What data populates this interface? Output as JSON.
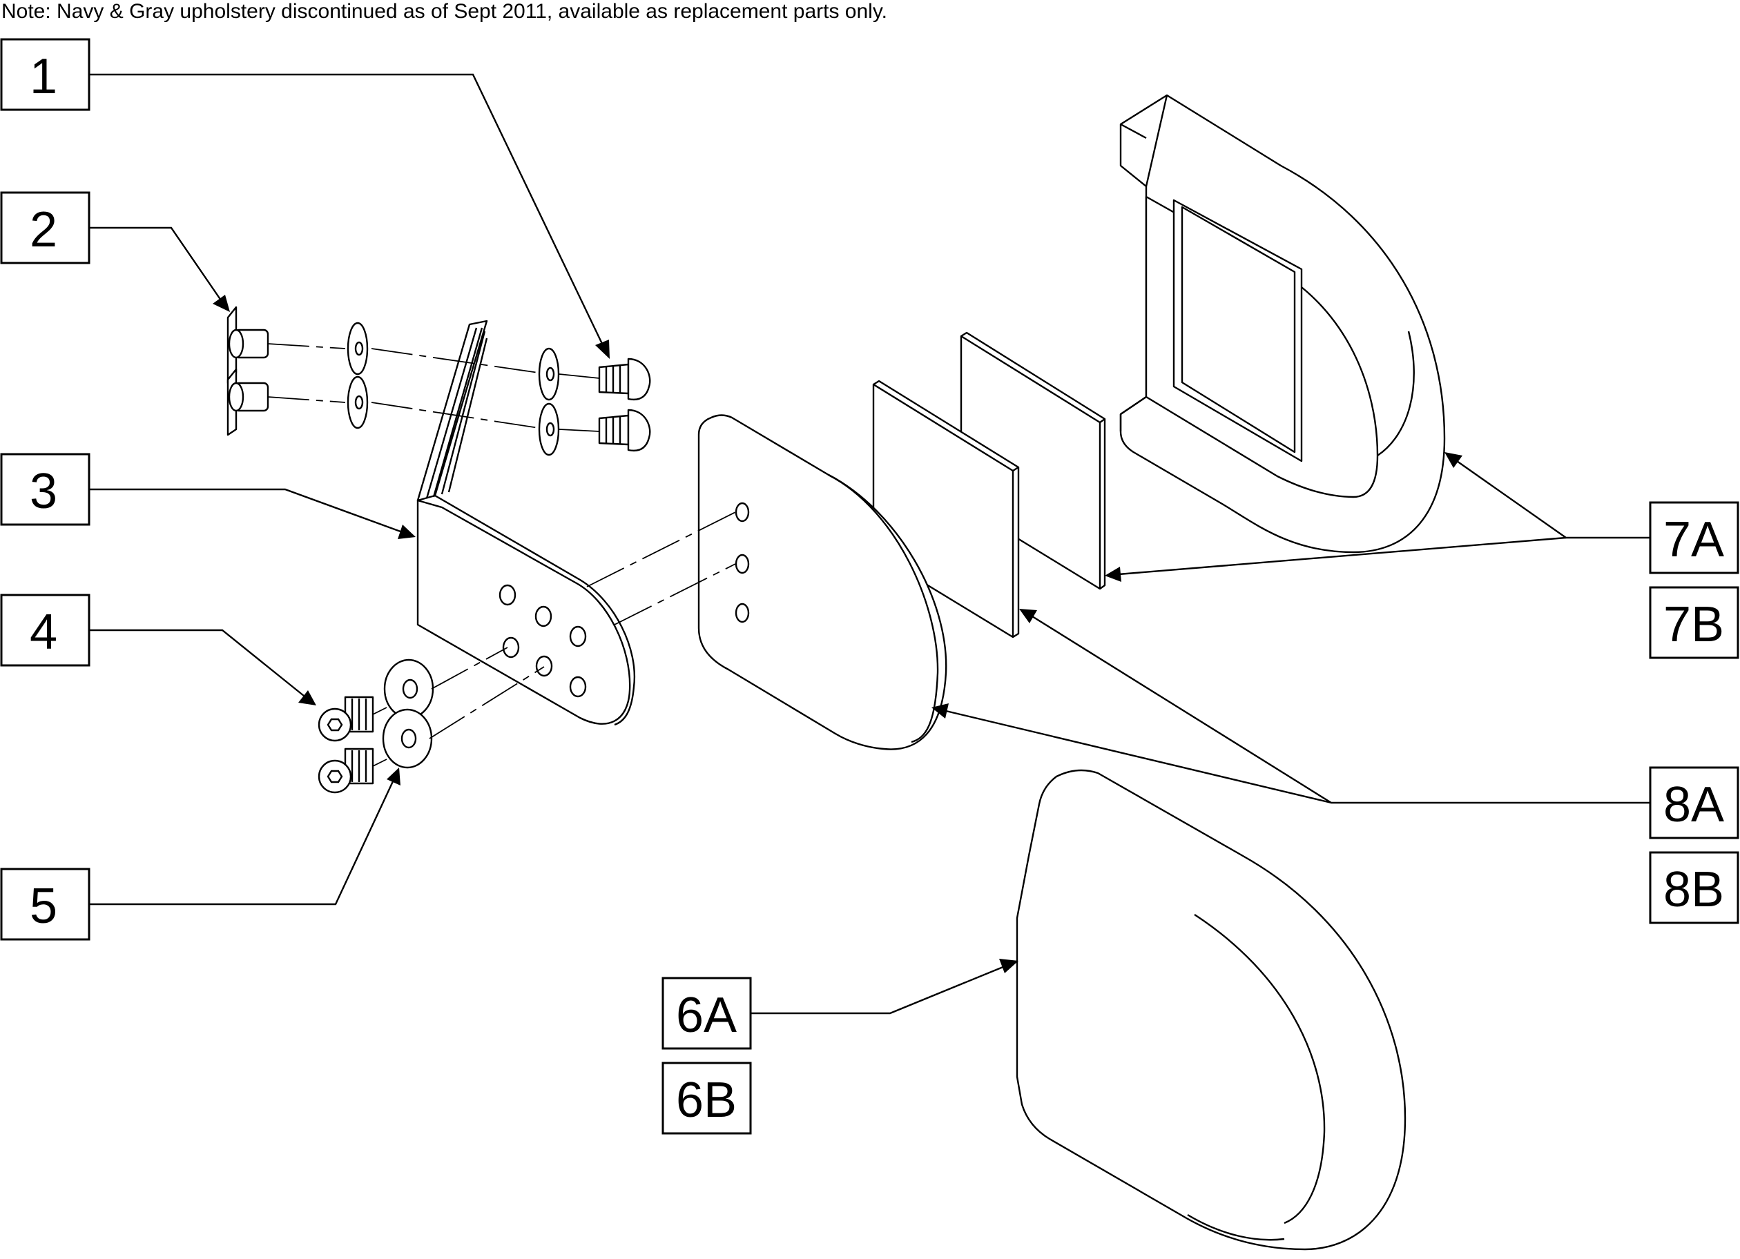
{
  "note": "Note: Navy & Gray upholstery discontinued as of Sept 2011, available as replacement parts only.",
  "callouts": {
    "c1": "1",
    "c2": "2",
    "c3": "3",
    "c4": "4",
    "c5": "5",
    "c6a": "6A",
    "c6b": "6B",
    "c7a": "7A",
    "c7b": "7B",
    "c8a": "8A",
    "c8b": "8B"
  },
  "colors": {
    "line": "#000000",
    "background": "#ffffff"
  }
}
